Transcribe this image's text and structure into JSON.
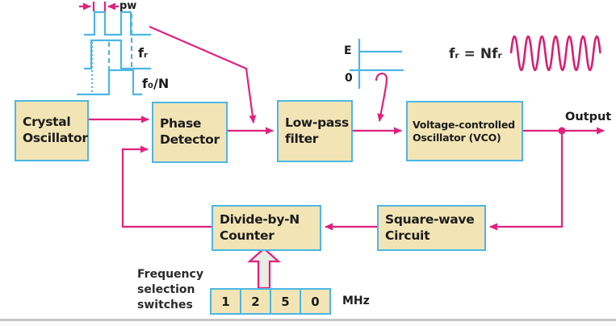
{
  "diagram": {
    "blocks": {
      "crystal": {
        "label": "Crystal\nOscillator"
      },
      "phase": {
        "label": "Phase\nDetector"
      },
      "lowpass": {
        "label": "Low-pass\nfilter"
      },
      "vco": {
        "label": "Voltage-controlled\nOscillator (VCO)"
      },
      "divider": {
        "label": "Divide-by-N\nCounter"
      },
      "squarewave": {
        "label": "Square-wave\nCircuit"
      }
    },
    "annotations": {
      "pulse_width": "pw",
      "reference_freq": "fᵣ",
      "divided_freq": "f₀/N",
      "level_high": "E",
      "level_zero": "0",
      "formula": "fᵣ = Nfᵣ",
      "output": "Output"
    },
    "switches": {
      "caption": "Frequency\nselection\nswitches",
      "digits": [
        "1",
        "2",
        "5",
        "0"
      ],
      "unit": "MHz"
    },
    "colors": {
      "accent_pink": "#e0217e",
      "box_fill": "#f2e4b4",
      "box_border": "#4bb7e5",
      "wave_blue": "#4cb6e3",
      "text_dark": "#1c1c1c"
    }
  }
}
